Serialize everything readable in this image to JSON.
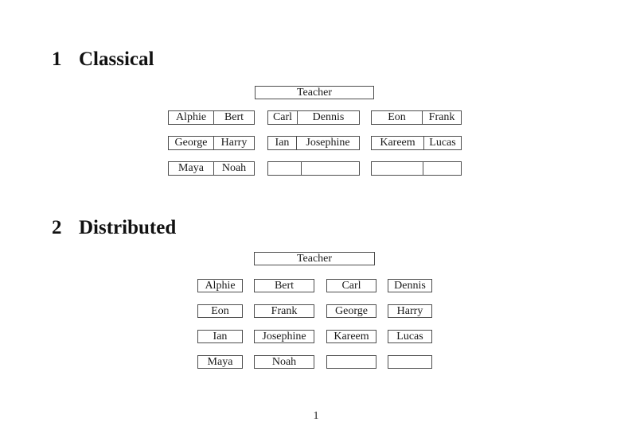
{
  "page": {
    "footer_page_number": "1"
  },
  "sections": {
    "classical": {
      "number": "1",
      "title": "Classical"
    },
    "distributed": {
      "number": "2",
      "title": "Distributed"
    }
  },
  "classical": {
    "teacher_label": "Teacher",
    "desks": [
      {
        "left": "Alphie",
        "right": "Bert"
      },
      {
        "left": "Carl",
        "right": "Dennis"
      },
      {
        "left": "Eon",
        "right": "Frank"
      },
      {
        "left": "George",
        "right": "Harry"
      },
      {
        "left": "Ian",
        "right": "Josephine"
      },
      {
        "left": "Kareem",
        "right": "Lucas"
      },
      {
        "left": "Maya",
        "right": "Noah"
      },
      {
        "left": "",
        "right": ""
      },
      {
        "left": "",
        "right": ""
      }
    ]
  },
  "distributed": {
    "teacher_label": "Teacher",
    "seats": [
      "Alphie",
      "Bert",
      "Carl",
      "Dennis",
      "Eon",
      "Frank",
      "George",
      "Harry",
      "Ian",
      "Josephine",
      "Kareem",
      "Lucas",
      "Maya",
      "Noah",
      "",
      ""
    ]
  },
  "colors": {
    "text": "#1a1a1a",
    "border": "#4d4d4d",
    "background": "#ffffff"
  }
}
